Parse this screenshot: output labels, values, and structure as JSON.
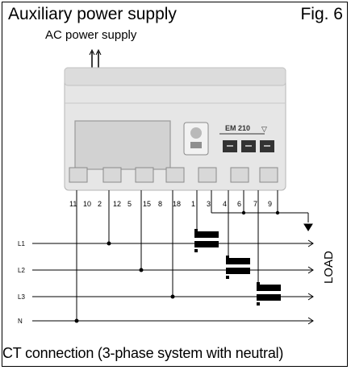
{
  "figure": {
    "title": "Auxiliary power supply",
    "fig_label": "Fig. 6",
    "ac_label": "AC power supply",
    "caption": "CT connection (3-phase system with neutral)",
    "load_label": "LOAD"
  },
  "device": {
    "brand_text": "EM 210",
    "icon_name": "meter-face-icon"
  },
  "terminals": [
    "11",
    "10",
    "2",
    "12",
    "5",
    "15",
    "8",
    "18",
    "1",
    "3",
    "4",
    "6",
    "7",
    "9"
  ],
  "lines": [
    "L1",
    "L2",
    "L3",
    "N"
  ],
  "colors": {
    "line": "#000000",
    "device_body": "#e6e6e6",
    "device_dark": "#cfcfcf"
  }
}
